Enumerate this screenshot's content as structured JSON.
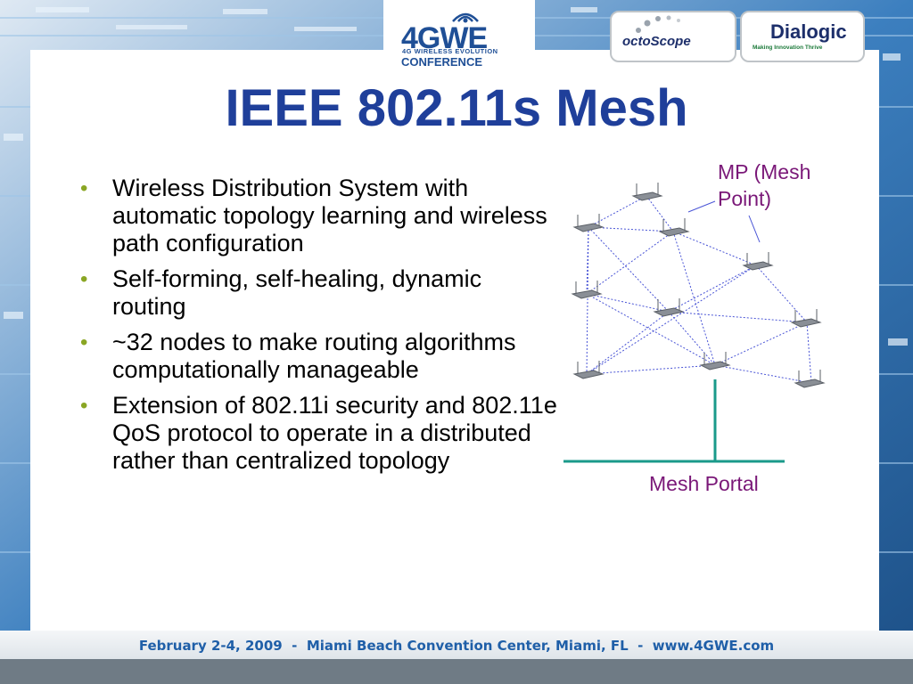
{
  "slide": {
    "title": "IEEE 802.11s Mesh",
    "bullets": [
      "Wireless Distribution System with automatic topology learning and wireless path configuration",
      "Self-forming, self-healing, dynamic routing",
      "~32 nodes to make routing algorithms computationally manageable",
      "Extension of 802.11i security and 802.11e QoS protocol to operate in a distributed rather than centralized topology"
    ],
    "bullet_glyph": "•",
    "diagram": {
      "mp_label": "MP (Mesh Point)",
      "portal_label": "Mesh Portal"
    }
  },
  "branding": {
    "conference_logo_main": "4GWE",
    "conference_logo_sub": "4G WIRELESS EVOLUTION",
    "conference_logo_bottom": "CONFERENCE",
    "sponsor_1": "octoScope",
    "sponsor_2": "Dialogic",
    "sponsor_2_tagline": "Making Innovation Thrive"
  },
  "footer": {
    "text": "February 2-4, 2009  -  Miami Beach Convention Center, Miami, FL  -  www.4GWE.com"
  },
  "colors": {
    "title": "#1f3f9a",
    "bullet": "#8aa624",
    "label": "#7a1878",
    "link_dotted": "#4a55d6",
    "portal_line": "#1a9a8a",
    "background": "#2a6da8"
  }
}
